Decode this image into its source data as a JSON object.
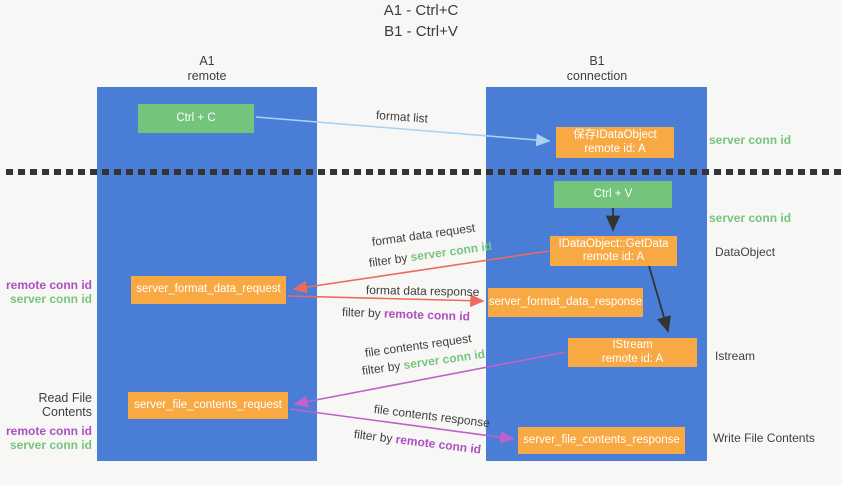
{
  "title": {
    "line1": "A1 - Ctrl+C",
    "line2": "B1 - Ctrl+V"
  },
  "lifelines": {
    "a1": {
      "name": "A1",
      "role": "remote"
    },
    "b1": {
      "name": "B1",
      "role": "connection"
    }
  },
  "nodes": {
    "ctrl_c": {
      "label": "Ctrl + C"
    },
    "ctrl_v": {
      "label": "Ctrl + V"
    },
    "save_idataobject": {
      "line1": "保存IDataObject",
      "line2": "remote id: A"
    },
    "idataobject_getdata": {
      "line1": "IDataObject::GetData",
      "line2": "remote id: A"
    },
    "istream": {
      "line1": "IStream",
      "line2": "remote id: A"
    },
    "server_format_data_request": {
      "label": "server_format_data_request"
    },
    "server_format_data_response": {
      "label": "server_format_data_response"
    },
    "server_file_contents_request": {
      "label": "server_file_contents_request"
    },
    "server_file_contents_response": {
      "label": "server_file_contents_response"
    }
  },
  "flows": {
    "format_list": {
      "label": "format list"
    },
    "format_data_request": {
      "label": "format data request",
      "filter_prefix": "filter by ",
      "filter_key": "server conn id"
    },
    "format_data_response": {
      "label": "format data response",
      "filter_prefix": "filter by ",
      "filter_key": "remote conn id"
    },
    "file_contents_request": {
      "label": "file contents request",
      "filter_prefix": "filter by ",
      "filter_key": "server conn id"
    },
    "file_contents_response": {
      "label": "file contents response",
      "filter_prefix": "filter by ",
      "filter_key": "remote conn id"
    }
  },
  "side_labels": {
    "right": [
      {
        "text": "server conn id",
        "style": "green"
      },
      {
        "text": "server conn id",
        "style": "green"
      },
      {
        "text": "DataObject",
        "style": "plain"
      },
      {
        "text": "Istream",
        "style": "plain"
      },
      {
        "text": "Write File Contents",
        "style": "plain"
      }
    ],
    "left": {
      "group1": [
        {
          "text": "remote conn id",
          "style": "purple"
        },
        {
          "text": "server conn id",
          "style": "green"
        }
      ],
      "group2_title": "Read File Contents",
      "group2": [
        {
          "text": "remote conn id",
          "style": "purple"
        },
        {
          "text": "server conn id",
          "style": "green"
        }
      ]
    }
  },
  "colors": {
    "lifeline_blue": "#4a7dd6",
    "node_green": "#74c47c",
    "node_orange": "#f8a944",
    "arrow_light_blue": "#a9d3f0",
    "arrow_red": "#ed6a5f",
    "arrow_purple": "#bd62cb",
    "arrow_black": "#333333",
    "keyword_green": "#77c57d",
    "keyword_purple": "#ad4fc0",
    "text_dark": "#3f3f3f",
    "background": "#f7f7f5"
  }
}
